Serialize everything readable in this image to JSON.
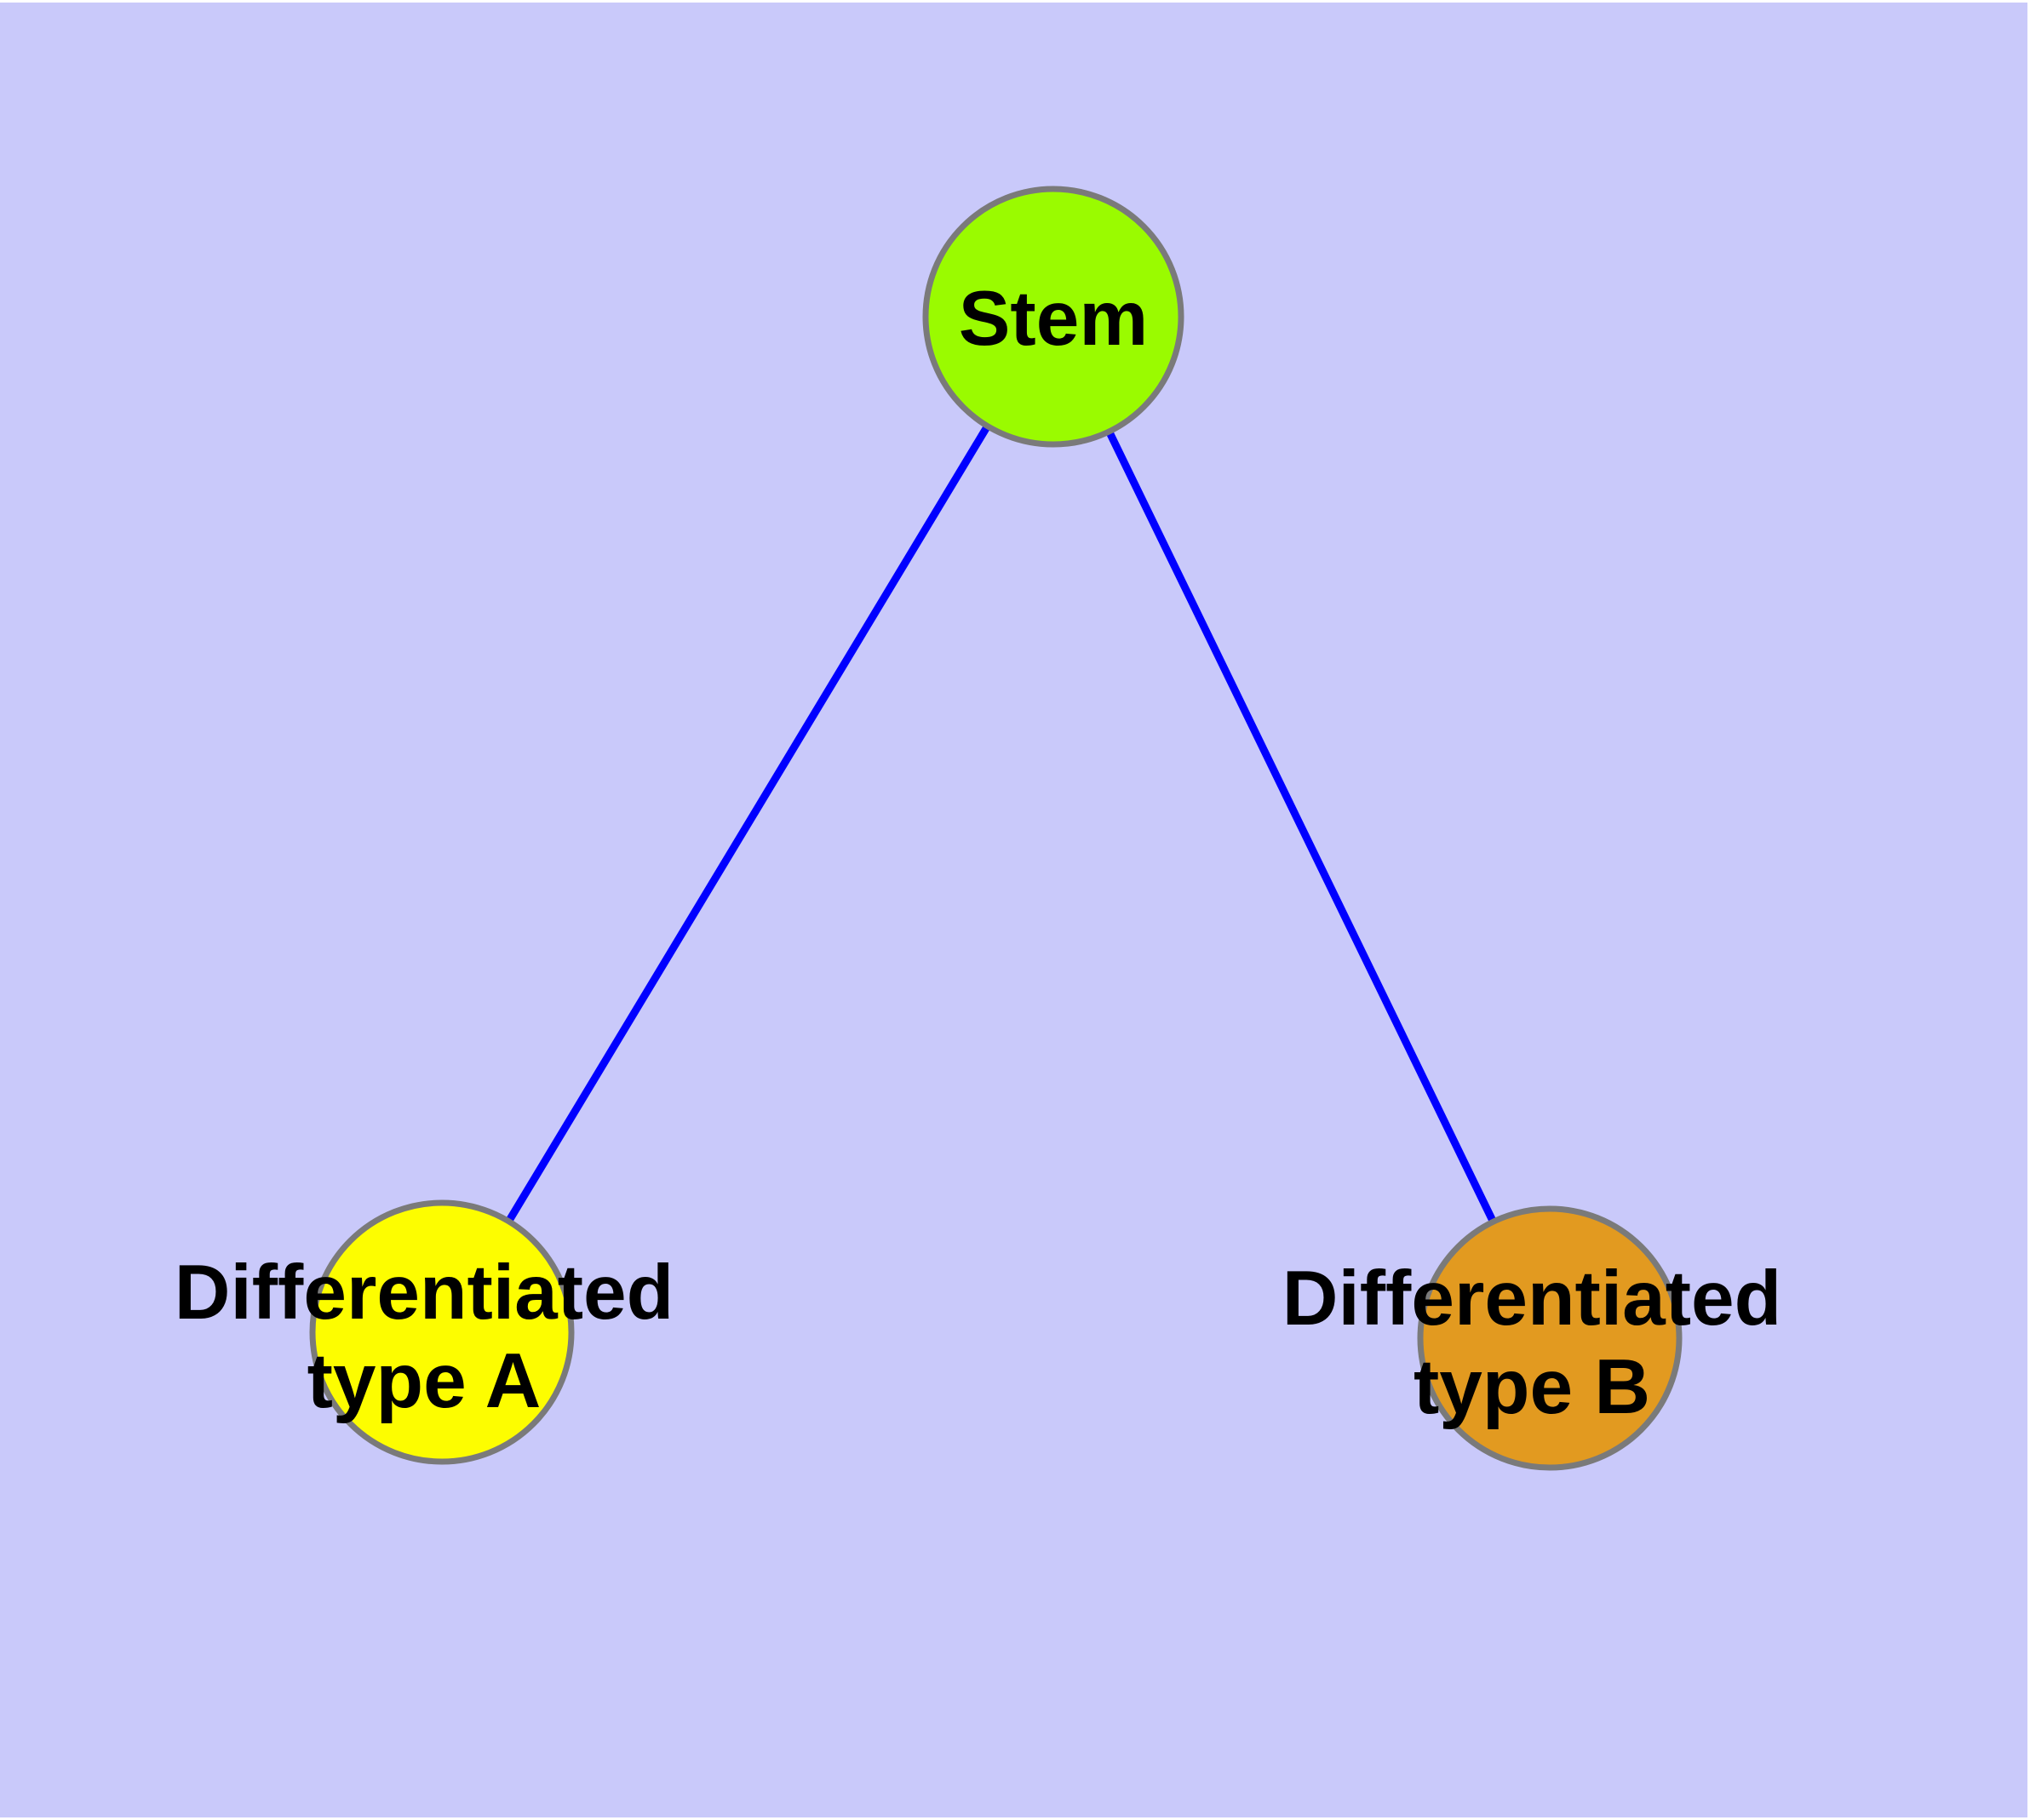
{
  "diagram": {
    "background_color": "#c9c9fa",
    "margin_color": "#ffffff",
    "edge_color": "#0000ff",
    "node_border_color": "#7a7a7a",
    "text_color": "#000000",
    "nodes": [
      {
        "id": "stem",
        "label": "Stem",
        "line1": "Stem",
        "line2": "",
        "fill": "#9afb00"
      },
      {
        "id": "type-a",
        "label": "Differentiated type A",
        "line1": "Differentiated",
        "line2": "type A",
        "fill": "#fdfd00"
      },
      {
        "id": "type-b",
        "label": "Differentiated type B",
        "line1": "Differentiated",
        "line2": "type B",
        "fill": "#e29a20"
      }
    ],
    "edges": [
      {
        "from": "Stem",
        "to": "Differentiated type A"
      },
      {
        "from": "Stem",
        "to": "Differentiated type B"
      }
    ]
  }
}
